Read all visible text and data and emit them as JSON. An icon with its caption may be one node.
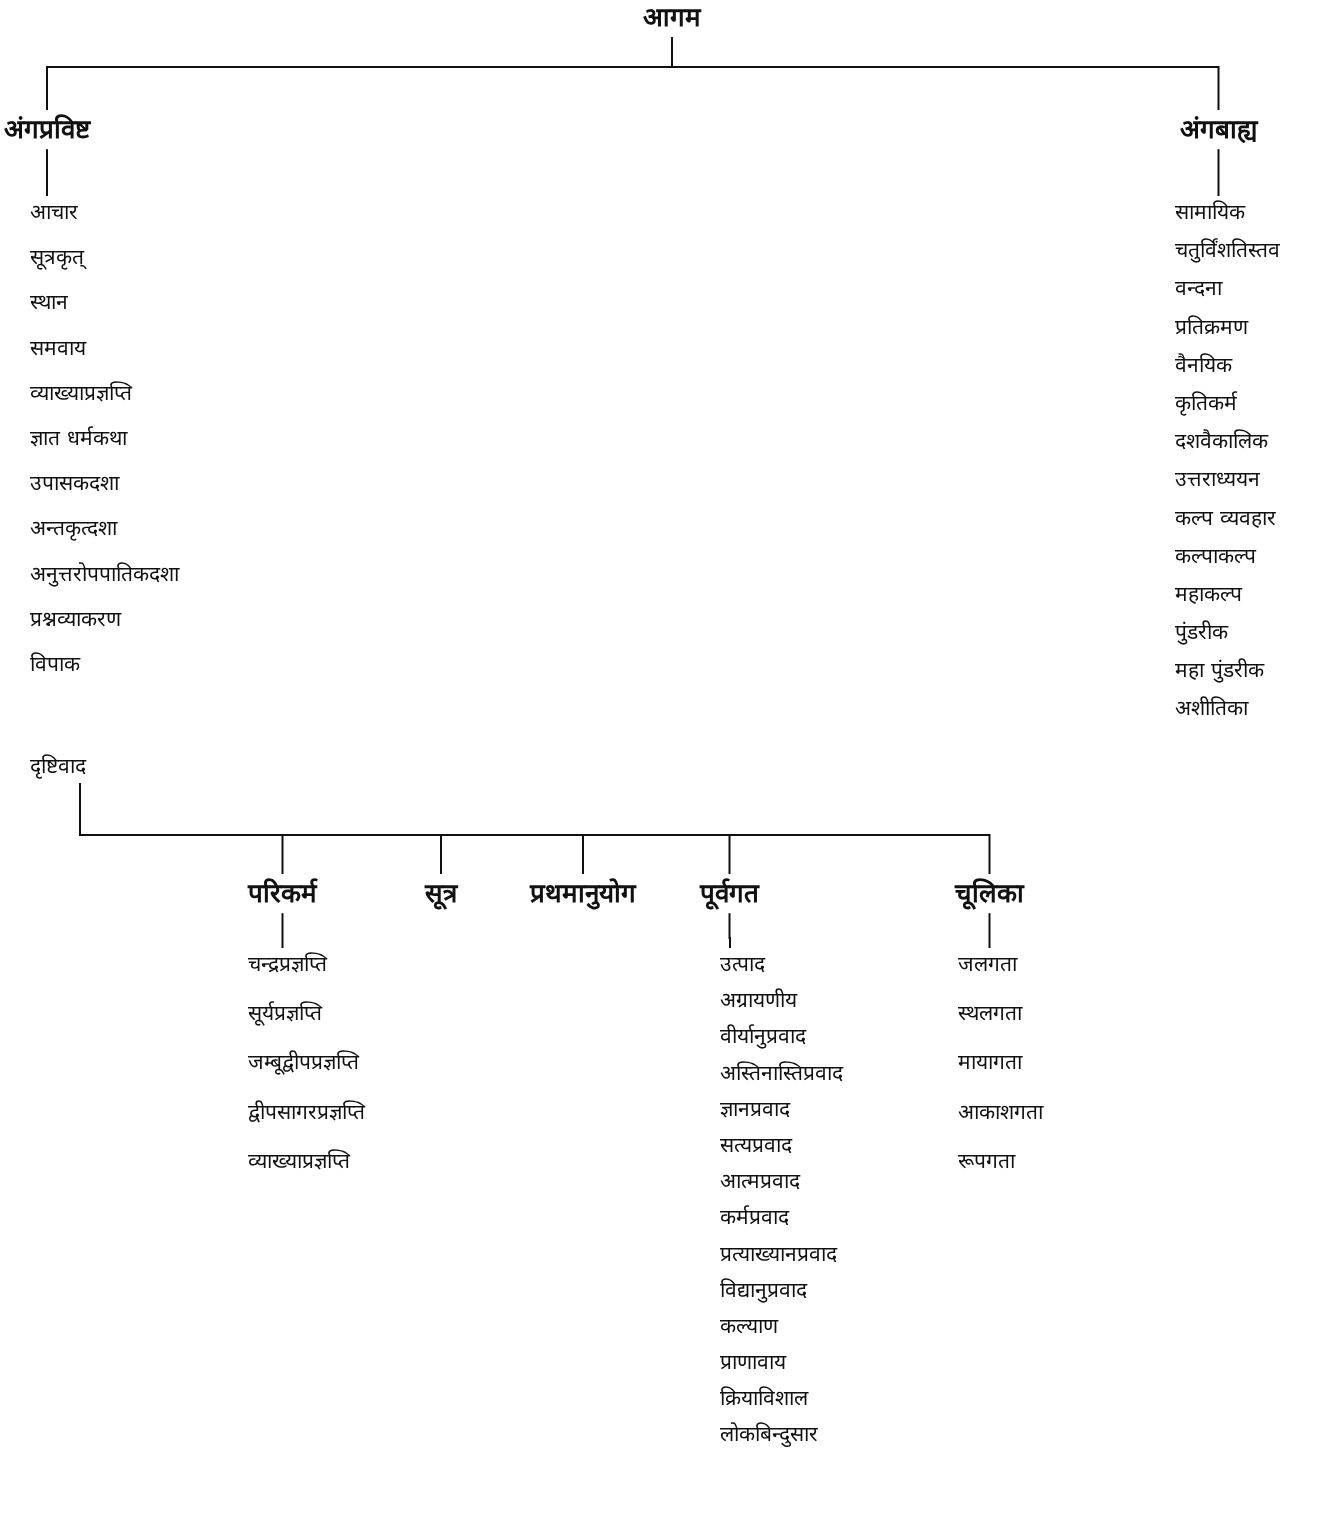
{
  "diagram": {
    "nodes": [
      {
        "text": [
          "आगम"
        ]
      },
      {
        "text": [
          "अंगप्रविष्ट"
        ]
      },
      {
        "text": [
          "आचार",
          "सूत्रकृत्",
          "स्थान",
          "समवाय",
          "व्याख्याप्रज्ञप्ति",
          "ज्ञात धर्मकथा",
          "उपासकदशा",
          "अन्तकृत्दशा",
          "अनुत्तरोपपातिकदशा",
          "प्रश्नव्याकरण",
          "विपाक"
        ]
      },
      {
        "text": [
          "दृष्टिवाद"
        ]
      },
      {
        "text": [
          "अंगबाह्य"
        ]
      },
      {
        "text": [
          "सामायिक",
          "चतुर्विंशतिस्तव",
          "वन्दना",
          "प्रतिक्रमण",
          "वैनयिक",
          "कृतिकर्म",
          "दशवैकालिक",
          "उत्तराध्ययन",
          "कल्प व्यवहार",
          "कल्पाकल्प",
          "महाकल्प",
          "पुंडरीक",
          "महा पुंडरीक",
          "अशीतिका"
        ]
      },
      {
        "text": [
          "परिकर्म"
        ]
      },
      {
        "text": [
          "चन्द्रप्रज्ञप्ति",
          "सूर्यप्रज्ञप्ति",
          "जम्बूद्वीपप्रज्ञप्ति",
          "द्वीपसागरप्रज्ञप्ति",
          "व्याख्याप्रज्ञप्ति"
        ]
      },
      {
        "text": [
          "सूत्र"
        ]
      },
      {
        "text": [
          "प्रथमानुयोग"
        ]
      },
      {
        "text": [
          "पूर्वगत"
        ]
      },
      {
        "text": [
          "उत्पाद",
          "अग्रायणीय",
          "वीर्यानुप्रवाद",
          "अस्तिनास्तिप्रवाद",
          "ज्ञानप्रवाद",
          "सत्यप्रवाद",
          "आत्मप्रवाद",
          "कर्मप्रवाद",
          "प्रत्याख्यानप्रवाद",
          "विद्यानुप्रवाद",
          "कल्याण",
          "प्राणावाय",
          "क्रियाविशाल",
          "लोकबिन्दुसार"
        ]
      },
      {
        "text": [
          "चूलिका"
        ]
      },
      {
        "text": [
          "जलगता",
          "स्थलगता",
          "मायागता",
          "आकाशगता",
          "रूपगता"
        ]
      }
    ],
    "edges": [
      {
        "from": 0,
        "to": 1,
        "arrow": "none"
      },
      {
        "from": 0,
        "to": 4,
        "arrow": "none"
      },
      {
        "from": 1,
        "to": 2,
        "arrow": "none"
      },
      {
        "from": 3,
        "to": 6,
        "arrow": "none"
      },
      {
        "from": 3,
        "to": 8,
        "arrow": "none"
      },
      {
        "from": 3,
        "to": 9,
        "arrow": "none"
      },
      {
        "from": 3,
        "to": 10,
        "arrow": "none"
      },
      {
        "from": 3,
        "to": 12,
        "arrow": "none"
      },
      {
        "from": 4,
        "to": 5,
        "arrow": "none"
      },
      {
        "from": 6,
        "to": 7,
        "arrow": "none"
      },
      {
        "from": 10,
        "to": 11,
        "arrow": "none"
      },
      {
        "from": 12,
        "to": 13,
        "arrow": "none"
      }
    ]
  }
}
